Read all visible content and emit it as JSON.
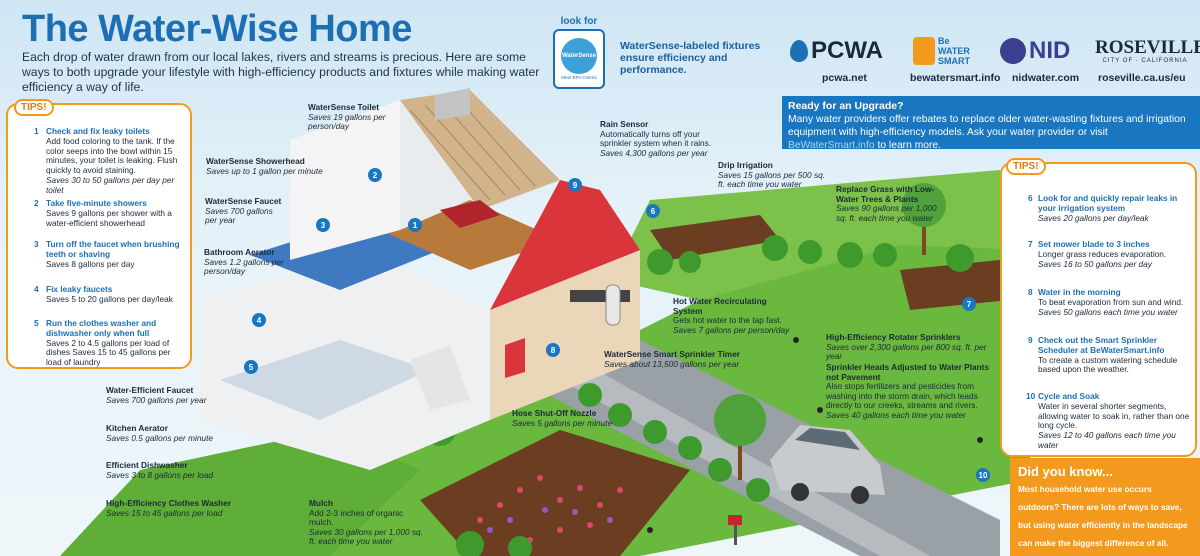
{
  "header": {
    "title": "The Water-Wise Home",
    "intro": "Each drop of water drawn from our local lakes, rivers and streams is precious. Here are some ways to both upgrade your lifestyle with high-efficiency products and fixtures while making water efficiency a way of life."
  },
  "watersense": {
    "look_for": "look for",
    "badge": "WaterSense",
    "badge_sub": "Meet EPA Criteria",
    "tagline": "WaterSense-labeled fixtures ensure efficiency and performance."
  },
  "partners": [
    {
      "name": "PCWA",
      "url": "pcwa.net"
    },
    {
      "name": "Be WATER SMART",
      "url": "bewatersmart.info"
    },
    {
      "name": "NID",
      "url": "nidwater.com"
    },
    {
      "name": "ROSEVILLE",
      "sub": "CITY OF · CALIFORNIA",
      "url": "roseville.ca.us/eu"
    }
  ],
  "upgrade": {
    "title": "Ready for an Upgrade?",
    "text": "Many water providers offer rebates to replace older water-wasting fixtures and irrigation equipment with high-efficiency models. Ask your water provider or visit",
    "link": "BeWaterSmart.info",
    "text_end": "to learn more."
  },
  "left_tips": {
    "tag": "TIPS!",
    "items": [
      {
        "n": "1",
        "h": "Check and fix leaky toilets",
        "t": "Add food coloring to the tank. If the color seeps into the bowl within 15 minutes, your toilet is leaking. Flush quickly to avoid staining.",
        "s": "Saves 30 to 50 gallons per day per toilet"
      },
      {
        "n": "2",
        "h": "Take five-minute showers",
        "t": "Saves 9 gallons per shower with a water-efficient showerhead",
        "s": ""
      },
      {
        "n": "3",
        "h": "Turn off the faucet when brushing teeth or shaving",
        "t": "Saves 8 gallons per day",
        "s": ""
      },
      {
        "n": "4",
        "h": "Fix leaky faucets",
        "t": "Saves 5 to 20 gallons per day/leak",
        "s": ""
      },
      {
        "n": "5",
        "h": "Run the clothes washer and dishwasher only when full",
        "t": "Saves 2 to 4.5 gallons per load of dishes Saves 15 to 45 gallons per load of laundry",
        "s": ""
      }
    ]
  },
  "right_tips": {
    "tag": "TIPS!",
    "items": [
      {
        "n": "6",
        "h": "Look for and quickly repair leaks in your irrigation system",
        "t": "",
        "s": "Saves 20 gallons per day/leak"
      },
      {
        "n": "7",
        "h": "Set mower blade to 3 inches",
        "t": "Longer grass reduces evaporation.",
        "s": "Saves 16 to 50 gallons per day"
      },
      {
        "n": "8",
        "h": "Water in the morning",
        "t": "To beat evaporation from sun and wind.",
        "s": "Saves 50 gallons each time you water"
      },
      {
        "n": "9",
        "h": "Check out the Smart Sprinkler Scheduler at BeWaterSmart.info",
        "t": "To create a custom watering schedule based upon the weather.",
        "s": ""
      },
      {
        "n": "10",
        "h": "Cycle and Soak",
        "t": "Water in several shorter segments, allowing water to soak in, rather than one long cycle.",
        "s": "Saves 12 to 40 gallons each time you water"
      }
    ]
  },
  "didyou": {
    "title": "Did you know...",
    "text": "Most household water use occurs outdoors? There are lots of ways to save, but using water efficiently in the landscape can make the biggest difference of all."
  },
  "labels": {
    "toilet": {
      "h": "WaterSense Toilet",
      "s": "Saves 19 gallons per person/day"
    },
    "shower": {
      "h": "WaterSense Showerhead",
      "s": "Saves up to 1 gallon per minute"
    },
    "faucet": {
      "h": "WaterSense Faucet",
      "s": "Saves 700 gallons per year"
    },
    "aerator": {
      "h": "Bathroom Aerator",
      "s": "Saves 1.2 gallons per person/day"
    },
    "rain": {
      "h": "Rain Sensor",
      "t": "Automatically turns off your sprinkler system when it rains.",
      "s": "Saves 4,300 gallons per year"
    },
    "drip": {
      "h": "Drip Irrigation",
      "s": "Saves 15 gallons per 500 sq. ft. each time you water"
    },
    "grass": {
      "h": "Replace Grass with Low-Water Trees & Plants",
      "s": "Saves 90 gallons per 1,000 sq. ft. each time you water"
    },
    "hotwater": {
      "h": "Hot Water Recirculating System",
      "t": "Gets hot water to the tap fast.",
      "s": "Saves 7 gallons per person/day"
    },
    "rotater": {
      "h": "High-Efficiency Rotater Sprinklers",
      "s": "Saves over 2,300 gallons per 800 sq. ft. per year"
    },
    "timer": {
      "h": "WaterSense Smart Sprinkler Timer",
      "s": "Saves about 13,500 gallons per year"
    },
    "heads": {
      "h": "Sprinkler Heads Adjusted to Water Plants not Pavement",
      "t": "Also stops fertilizers and pesticides from washing into the storm drain, which leads directly to our creeks, streams and rivers.",
      "s": "Saves 40 gallons each time you water"
    },
    "kfaucet": {
      "h": "Water-Efficient Faucet",
      "s": "Saves 700 gallons per year"
    },
    "kaerator": {
      "h": "Kitchen Aerator",
      "s": "Saves 0.5 gallons per minute"
    },
    "dish": {
      "h": "Efficient Dishwasher",
      "s": "Saves 3 to 8 gallons per load"
    },
    "washer": {
      "h": "High-Efficiency Clothes Washer",
      "s": "Saves 15 to 45 gallons per load"
    },
    "hose": {
      "h": "Hose Shut-Off Nozzle",
      "s": "Saves 5 gallons per minute"
    },
    "mulch": {
      "h": "Mulch",
      "t": "Add 2-3 inches of organic mulch.",
      "s": "Saves 30 gallons per 1,000 sq. ft. each time you water"
    }
  },
  "colors": {
    "brand_blue": "#1d6fb3",
    "orange": "#f39a1e",
    "grass": "#5bb33a",
    "roof": "#d9353a"
  }
}
